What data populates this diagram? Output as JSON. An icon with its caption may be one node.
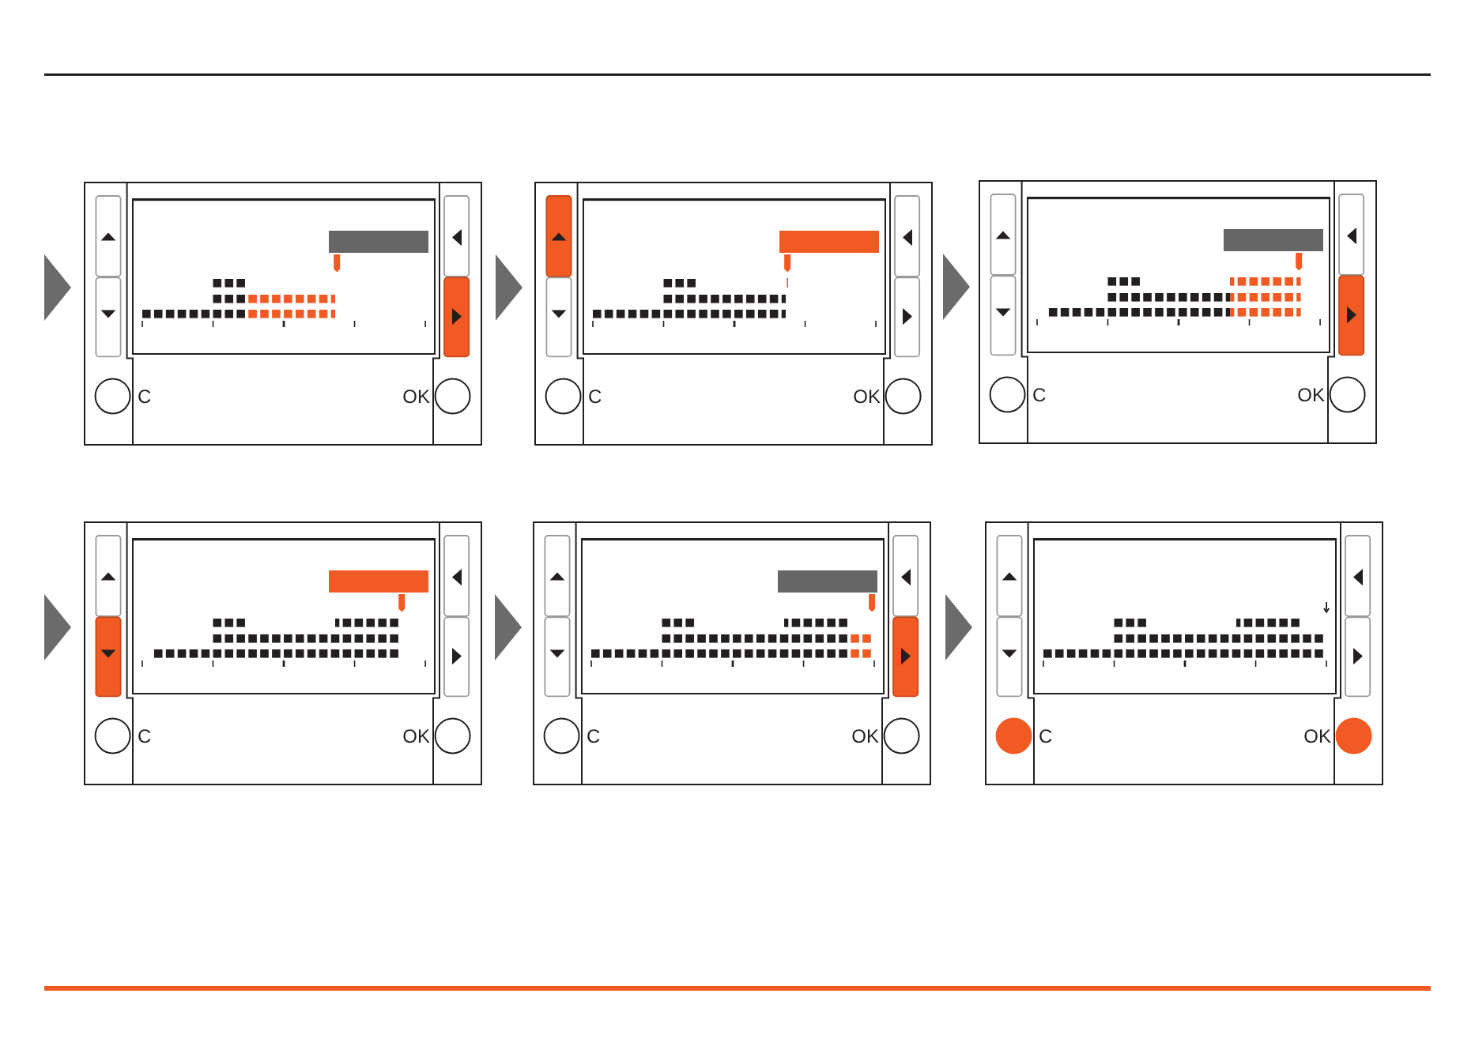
{
  "diagram": {
    "nodes": [
      {
        "text": [
          "C",
          "OK"
        ]
      },
      {
        "text": [
          "C",
          "OK"
        ]
      },
      {
        "text": [
          "C",
          "OK"
        ]
      },
      {
        "text": [
          "C",
          "OK"
        ]
      },
      {
        "text": [
          "C",
          "OK"
        ]
      },
      {
        "text": [
          "C",
          "OK"
        ]
      }
    ],
    "edges": [
      {
        "from": null,
        "to": 0,
        "arrow": "to"
      },
      {
        "from": 0,
        "to": 1,
        "arrow": "to"
      },
      {
        "from": 1,
        "to": 2,
        "arrow": "to"
      },
      {
        "from": null,
        "to": 3,
        "arrow": "to"
      },
      {
        "from": 3,
        "to": 4,
        "arrow": "to"
      },
      {
        "from": 4,
        "to": 5,
        "arrow": "to"
      }
    ]
  }
}
